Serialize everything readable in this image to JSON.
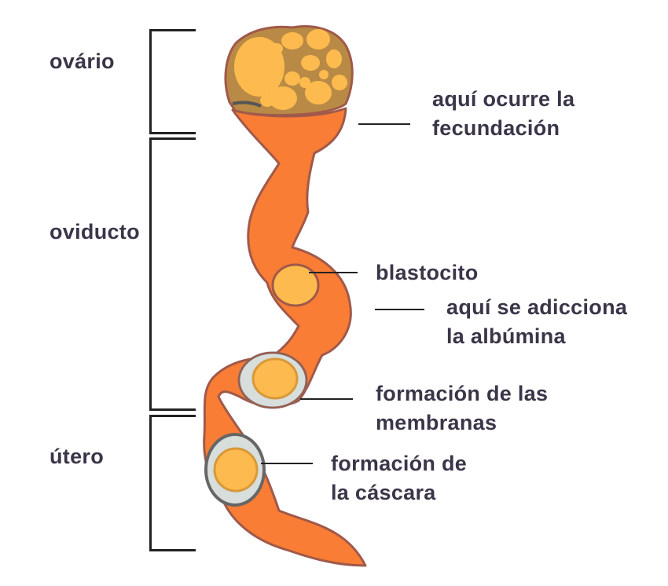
{
  "title": "Oviducto de gallina",
  "regions": [
    {
      "id": "ovario",
      "label": "ovário"
    },
    {
      "id": "oviducto",
      "label": "oviducto"
    },
    {
      "id": "utero",
      "label": "útero"
    }
  ],
  "annotations": [
    {
      "id": "fecundacion",
      "lines": [
        "aquí ocurre la",
        "fecundación"
      ]
    },
    {
      "id": "blastocito",
      "lines": [
        "blastocito"
      ]
    },
    {
      "id": "albumina",
      "lines": [
        "aquí se adicciona",
        "la albúmina"
      ]
    },
    {
      "id": "membranas",
      "lines": [
        "formación de las",
        "membranas"
      ]
    },
    {
      "id": "cascara",
      "lines": [
        "formación de",
        "la cáscara"
      ]
    }
  ],
  "colors": {
    "text": "#3a3548",
    "tube": "#f97d35",
    "tube_outline": "#a0594a",
    "yolk": "#fdbb4f",
    "yolk_edge": "#d9983a",
    "ovary_tissue": "#b98a45",
    "membrane": "#d7dedc",
    "membrane_ring": "#7b7b7b",
    "line": "#222222"
  }
}
